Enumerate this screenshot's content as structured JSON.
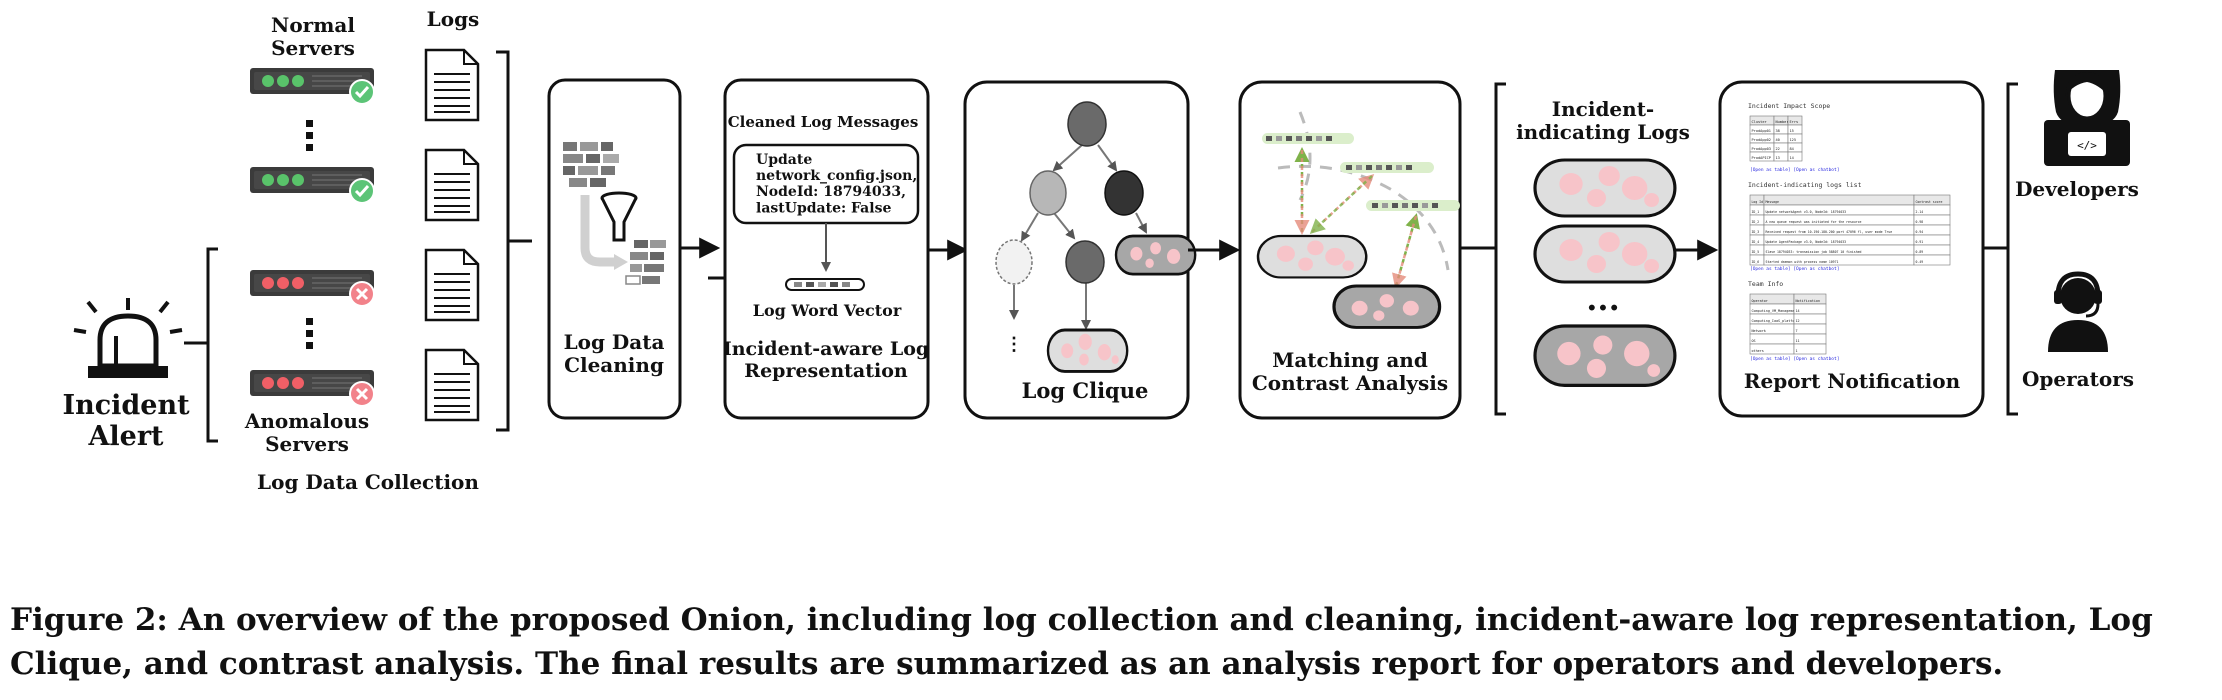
{
  "collection": {
    "normal_servers": "Normal\nServers",
    "anomalous_servers": "Anomalous\nServers",
    "logs": "Logs",
    "incident_alert": "Incident\nAlert",
    "section_label": "Log Data Collection"
  },
  "cleaning": {
    "label": "Log Data\nCleaning"
  },
  "representation": {
    "header": "Cleaned Log Messages",
    "log_message": "Update\nnetwork_config.json,\nNodeId: 18794033,\nlastUpdate: False",
    "vector_label": "Log Word Vector",
    "label": "Incident-aware Log\nRepresentation"
  },
  "clique": {
    "label": "Log Clique",
    "ellipsis": "⋮"
  },
  "matching": {
    "label": "Matching and\nContrast Analysis"
  },
  "incident_logs": {
    "label": "Incident-\nindicating Logs",
    "ellipsis": "..."
  },
  "report": {
    "label": "Report Notification",
    "impact_title": "Incident Impact Scope",
    "impact_headers": [
      "Cluster",
      "Number",
      "Errs"
    ],
    "impact_rows": [
      [
        "ProdApp01",
        "38",
        "15"
      ],
      [
        "ProdApp02",
        "40",
        "125"
      ],
      [
        "ProdApp03",
        "22",
        "84"
      ],
      [
        "ProdAPICP",
        "13",
        "14"
      ]
    ],
    "links_1": "[Open as table]  [Open as chatbot]",
    "logs_title": "Incident-indicating logs list",
    "logs_headers": [
      "Log Id",
      "Message",
      "Contrast score"
    ],
    "logs_rows": [
      [
        "ID_1",
        "Update networkAgent v3.0, NodeId: 18794033",
        "2.14"
      ],
      [
        "ID_2",
        "A new queue request was initiated for the resource",
        "0.98"
      ],
      [
        "ID_3",
        "Received request from 10.190.180.200 port 47096 fl, user mode True",
        "0.94"
      ],
      [
        "ID_4",
        "Update AgentPackage v3.0, NodeId: 18794033",
        "0.91"
      ],
      [
        "ID_5",
        "Slave 18794033: transmission job 58807 10 finished",
        "0.89"
      ],
      [
        "ID_6",
        "Started daemon with process name 10971",
        "0.49"
      ]
    ],
    "links_2": "[Open as table]  [Open as chatbot]",
    "team_title": "Team Info",
    "team_headers": [
      "Operator",
      "Notification"
    ],
    "team_rows": [
      [
        "Computing_VM_Management",
        "14"
      ],
      [
        "Computing_IaaS_platform",
        "12"
      ],
      [
        "Network",
        "7"
      ],
      [
        "OS",
        "11"
      ],
      [
        "others",
        "1"
      ]
    ],
    "links_3": "[Open as table]  [Open as chatbot]"
  },
  "roles": {
    "developers": "Developers",
    "operators": "Operators"
  },
  "caption": "Figure 2: An overview of the proposed Onion, including log collection and cleaning, incident-aware log representation, Log Clique, and contrast analysis. The final results are summarized as an analysis report for operators and developers."
}
